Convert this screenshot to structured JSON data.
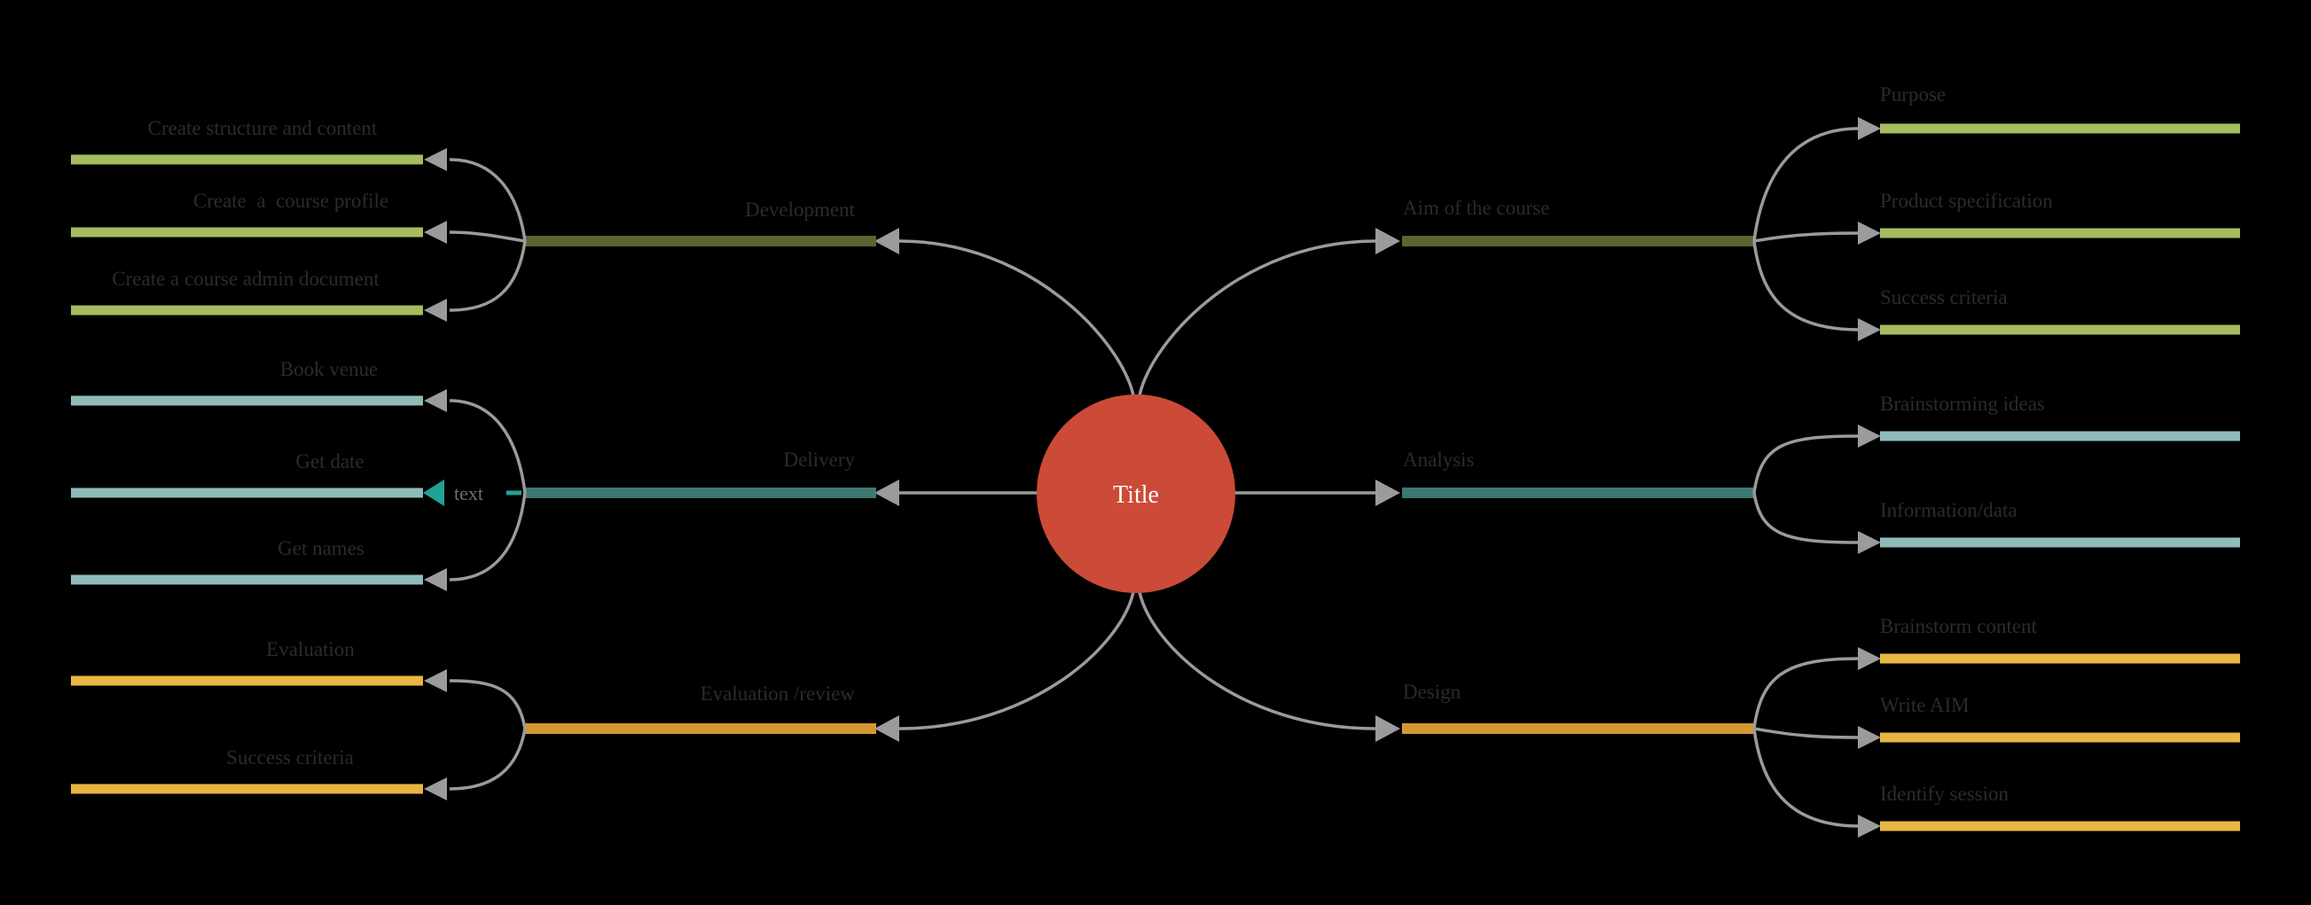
{
  "center": {
    "label": "Title"
  },
  "annotation": {
    "label": "text"
  },
  "colors": {
    "background": "#000000",
    "center_fill": "#CB4B38",
    "center_text": "#FFFFFF",
    "connector_gray": "#9B9B9B",
    "label_text": "#2B2B2B",
    "annotation_text": "#6E6E6E",
    "annotation_teal": "#21A295",
    "olive_dark": "#5E622F",
    "olive_light": "#A5BD60",
    "teal_dark": "#3E7873",
    "teal_light": "#8FBCBA",
    "orange_dark": "#D69732",
    "orange_light": "#E8B742"
  },
  "branches": {
    "development": {
      "label": "Development",
      "children": [
        "Create structure and content",
        "Create  a  course profile",
        "Create a course admin document"
      ]
    },
    "delivery": {
      "label": "Delivery",
      "children": [
        "Book venue",
        "Get date",
        "Get names"
      ]
    },
    "evaluation": {
      "label": "Evaluation /review",
      "children": [
        "Evaluation",
        "Success criteria"
      ]
    },
    "aim": {
      "label": "Aim of the course",
      "children": [
        "Purpose",
        "Product specification",
        "Success criteria"
      ]
    },
    "analysis": {
      "label": "Analysis",
      "children": [
        "Brainstorming ideas",
        "Information/data"
      ]
    },
    "design": {
      "label": "Design",
      "children": [
        "Brainstorm content",
        "Write AIM",
        "Identify session"
      ]
    }
  }
}
